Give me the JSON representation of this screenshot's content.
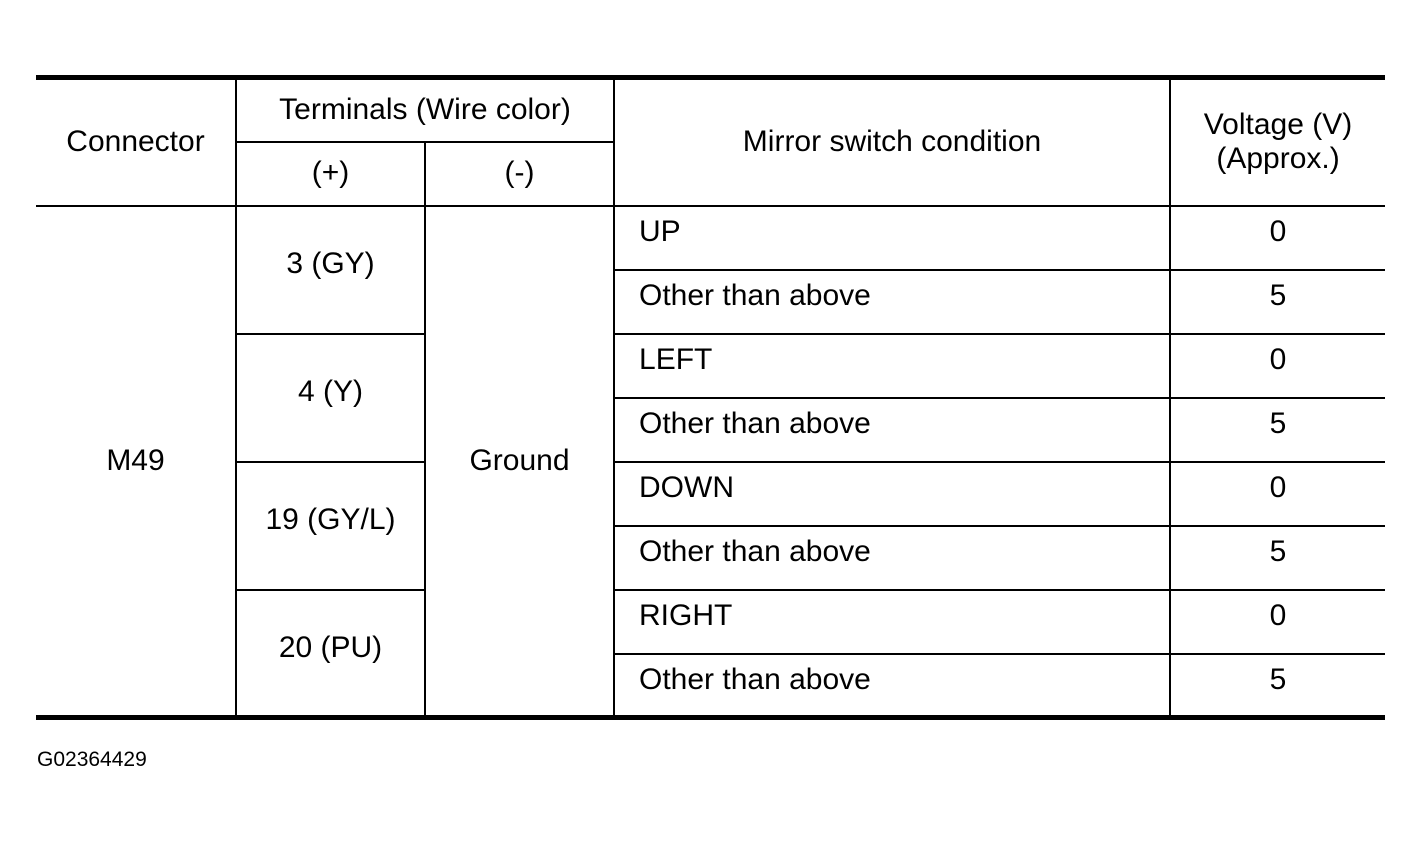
{
  "table": {
    "headers": {
      "connector": "Connector",
      "terminals": "Terminals (Wire color)",
      "plus": "(+)",
      "minus": "(-)",
      "condition": "Mirror switch condition",
      "voltage_line1": "Voltage (V)",
      "voltage_line2": "(Approx.)"
    },
    "connector": "M49",
    "ground": "Ground",
    "terminals": [
      "3 (GY)",
      "4 (Y)",
      "19 (GY/L)",
      "20 (PU)"
    ],
    "rows": [
      {
        "condition": "UP",
        "voltage": "0"
      },
      {
        "condition": "Other than above",
        "voltage": "5"
      },
      {
        "condition": "LEFT",
        "voltage": "0"
      },
      {
        "condition": "Other than above",
        "voltage": "5"
      },
      {
        "condition": "DOWN",
        "voltage": "0"
      },
      {
        "condition": "Other than above",
        "voltage": "5"
      },
      {
        "condition": "RIGHT",
        "voltage": "0"
      },
      {
        "condition": "Other than above",
        "voltage": "5"
      }
    ]
  },
  "figure_code": "G02364429"
}
